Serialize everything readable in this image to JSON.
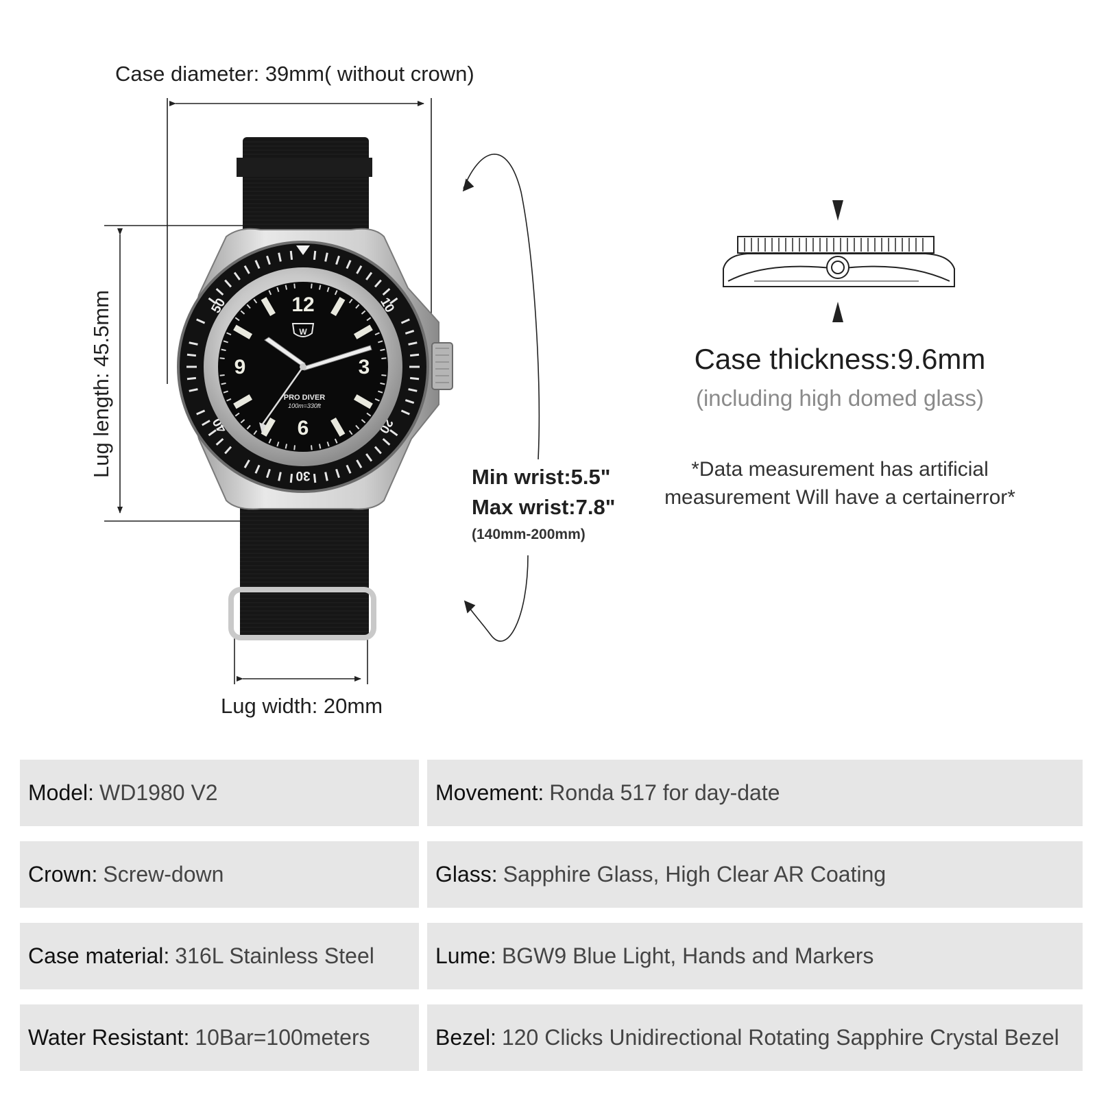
{
  "dimensions": {
    "case_diameter": "Case diameter: 39mm( without crown)",
    "lug_length": "Lug length: 45.5mm",
    "lug_width": "Lug width: 20mm"
  },
  "wrist": {
    "min": "Min wrist:5.5\"",
    "max": "Max wrist:7.8\"",
    "range": "(140mm-200mm)"
  },
  "thickness": {
    "title": "Case thickness:9.6mm",
    "subtitle": "(including high domed glass)"
  },
  "note": {
    "line1": "*Data measurement has artificial",
    "line2": "measurement Will have a certainerror*"
  },
  "dial": {
    "brand_line": "PRO DIVER",
    "depth_line": "100m=330ft",
    "numerals": [
      "12",
      "3",
      "6",
      "9"
    ],
    "bezel_numbers": [
      "10",
      "20",
      "30",
      "40",
      "50"
    ]
  },
  "specs": [
    {
      "key": "Model:",
      "value": "WD1980 V2"
    },
    {
      "key": "Movement:",
      "value": "Ronda 517 for day-date"
    },
    {
      "key": "Crown:",
      "value": "Screw-down"
    },
    {
      "key": "Glass:",
      "value": "Sapphire Glass, High Clear AR Coating"
    },
    {
      "key": "Case material:",
      "value": "316L Stainless Steel"
    },
    {
      "key": "Lume:",
      "value": "BGW9 Blue Light, Hands and Markers"
    },
    {
      "key": "Water Resistant:",
      "value": "10Bar=100meters"
    },
    {
      "key": "Bezel:",
      "value": "120 Clicks Unidirectional Rotating Sapphire Crystal Bezel"
    }
  ],
  "colors": {
    "cell_background": "#e6e6e6",
    "strap": "#141414",
    "steel": "#c9c9c9",
    "dial": "#0a0a0a"
  }
}
